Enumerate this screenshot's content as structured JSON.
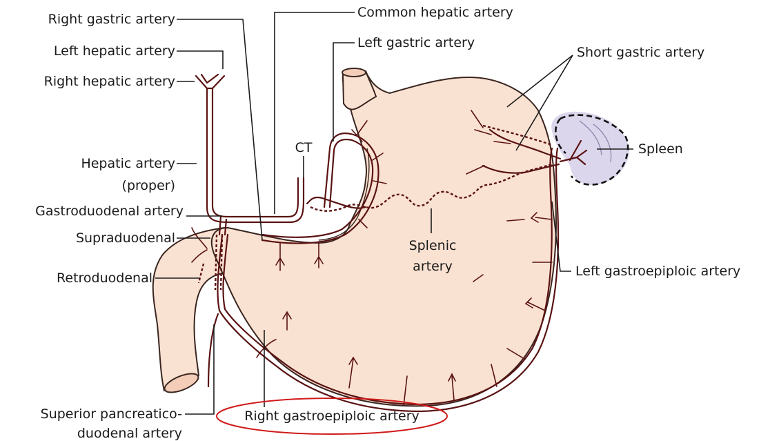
{
  "labels": {
    "right_gastric_artery": "Right gastric artery",
    "left_hepatic_artery": "Left hepatic artery",
    "right_hepatic_artery": "Right hepatic artery",
    "hepatic_artery_line1": "Hepatic artery",
    "hepatic_artery_line2": "(proper)",
    "gastroduodenal_artery": "Gastroduodenal artery",
    "supraduodenal": "Supraduodenal",
    "retroduodenal": "Retroduodenal",
    "superior_pancreaticoduodenal_line1": "Superior pancreatico-",
    "superior_pancreaticoduodenal_line2": "duodenal artery",
    "right_gastroepiploic_artery": "Right gastroepiploic artery",
    "common_hepatic_artery": "Common hepatic artery",
    "left_gastric_artery": "Left gastric artery",
    "short_gastric_artery": "Short gastric artery",
    "ct": "CT",
    "spleen": "Spleen",
    "splenic_artery_line1": "Splenic",
    "splenic_artery_line2": "artery",
    "left_gastroepiploic_artery": "Left gastroepiploic artery"
  },
  "colors": {
    "organ_fill": "#fae2d2",
    "artery": "#5a1212",
    "spleen_fill": "#dcd6ec",
    "highlight_ellipse": "#d11a1a"
  },
  "highlighted_label": "Right gastroepiploic artery"
}
